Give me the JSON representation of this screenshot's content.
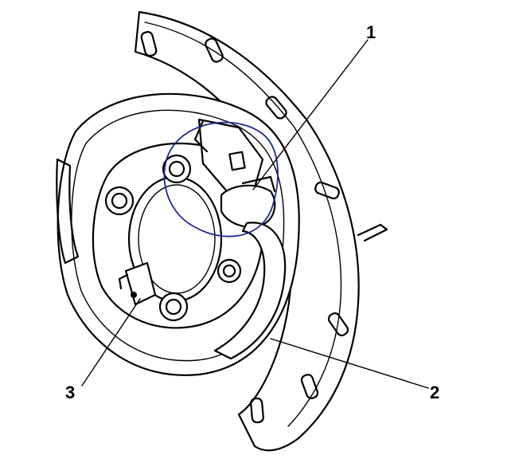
{
  "diagram": {
    "callouts": [
      {
        "id": "1",
        "label": "1"
      },
      {
        "id": "2",
        "label": "2"
      },
      {
        "id": "3",
        "label": "3"
      }
    ],
    "colors": {
      "line": "#000000",
      "background": "#ffffff",
      "hand_circle": "#1f2a8c"
    }
  }
}
